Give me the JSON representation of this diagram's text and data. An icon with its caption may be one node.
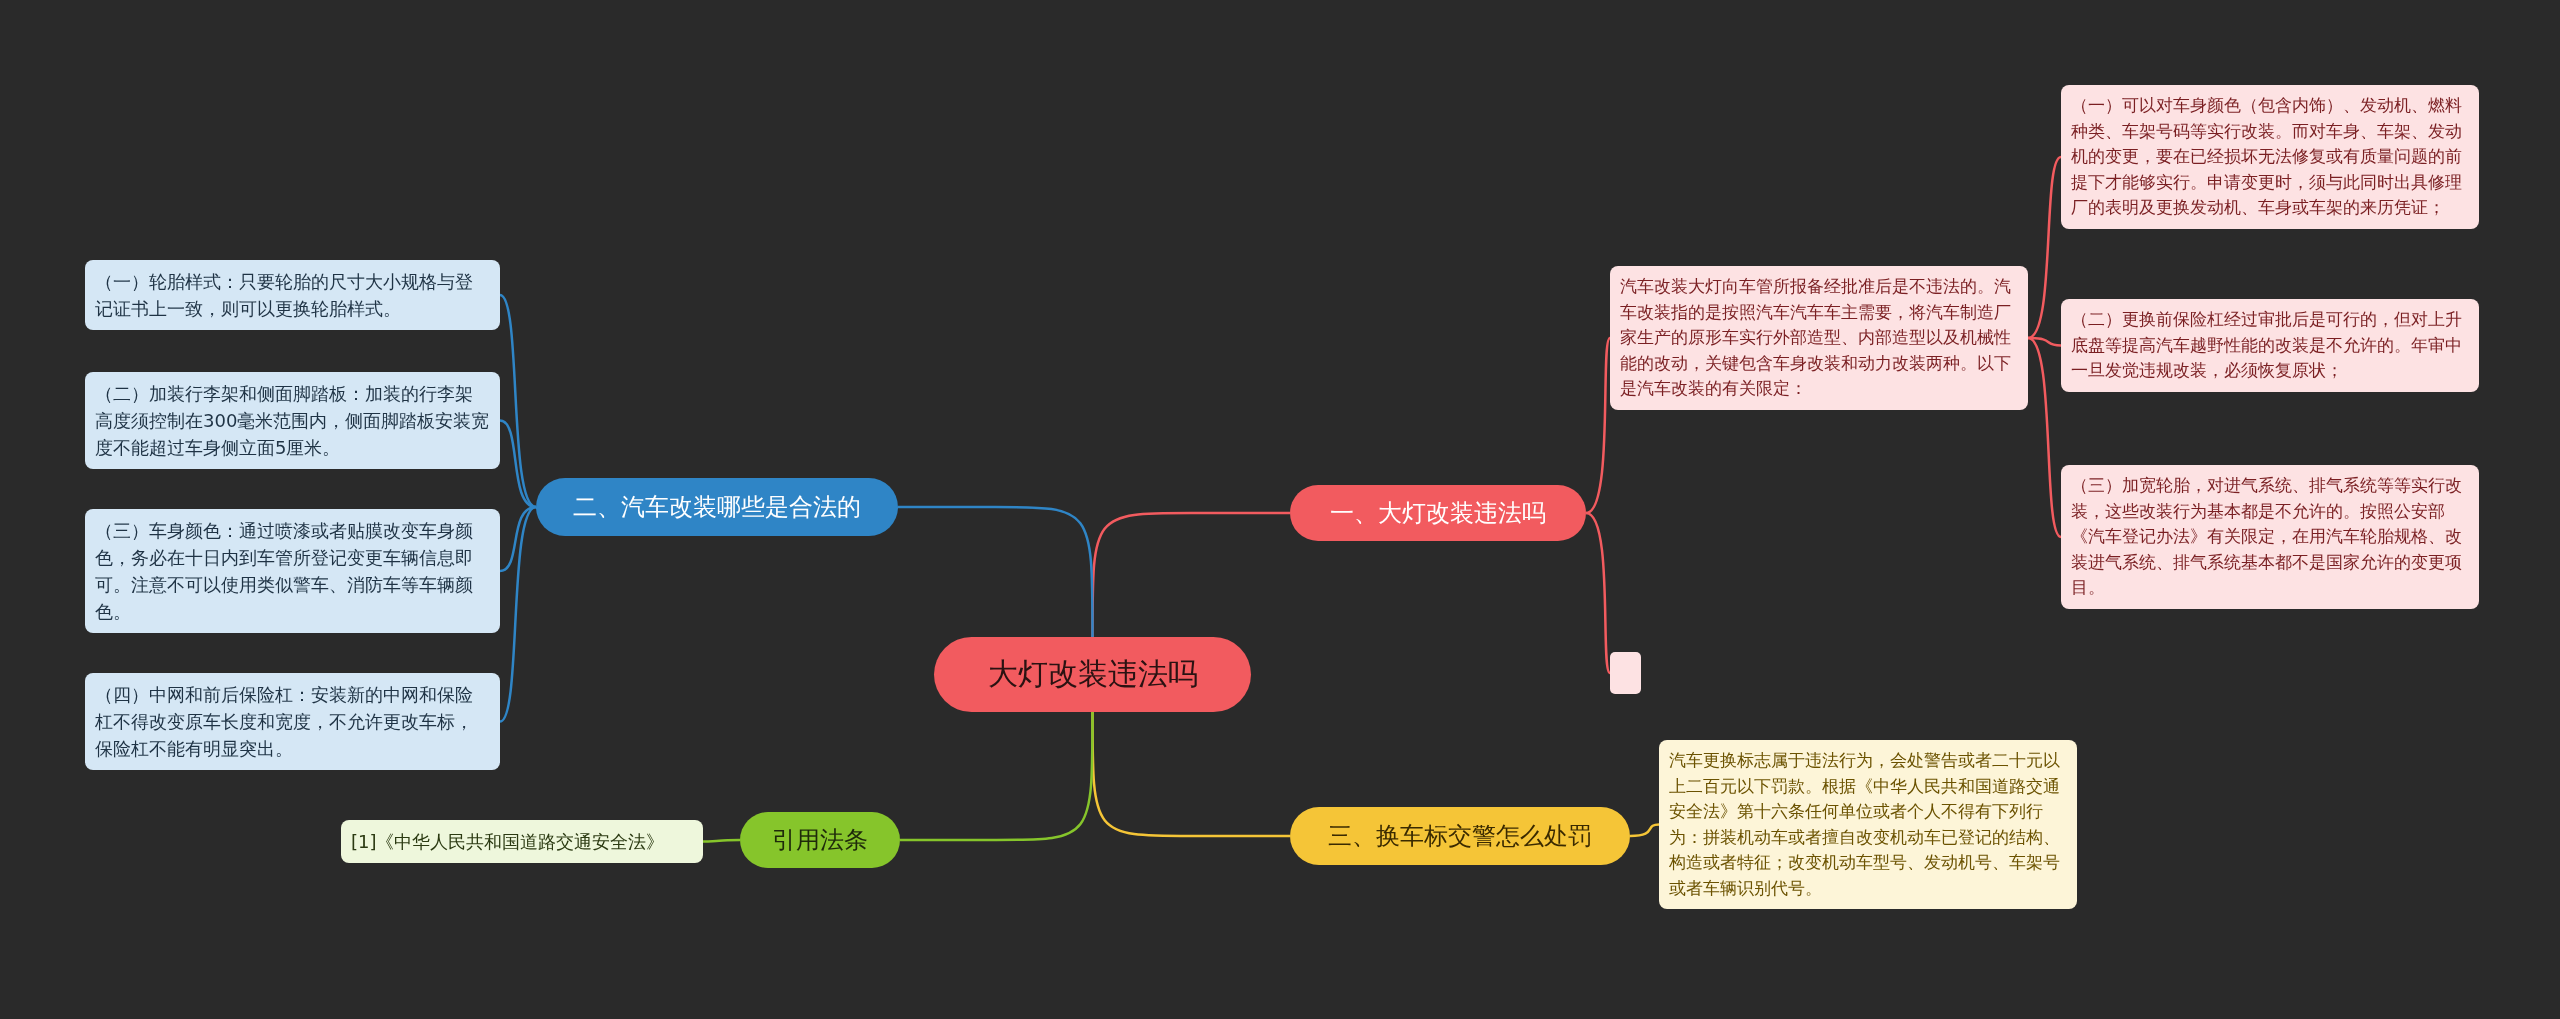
{
  "diagram": {
    "nodes": [
      {
        "text": [
          "大灯改装违法吗"
        ]
      },
      {
        "text": [
          "一、大灯改装违法吗"
        ]
      },
      {
        "text": [
          "汽车改装大灯向车管所报备经批准后是不违法的。汽车改装指的是按照汽车汽车车主需要，将汽车制造厂家生产的原形车实行外部造型、内部造型以及机械性能的改动，关键包含车身改装和动力改装两种。以下是汽车改装的有关限定："
        ]
      },
      {
        "text": [
          "（一）可以对车身颜色（包含内饰）、发动机、燃料种类、车架号码等实行改装。而对车身、车架、发动机的变更，要在已经损坏无法修复或有质量问题的前提下才能够实行。申请变更时，须与此同时出具修理厂的表明及更换发动机、车身或车架的来历凭证；"
        ]
      },
      {
        "text": [
          "（二）更换前保险杠经过审批后是可行的，但对上升底盘等提高汽车越野性能的改装是不允许的。年审中一旦发觉违规改装，必须恢复原状；"
        ]
      },
      {
        "text": [
          "（三）加宽轮胎，对进气系统、排气系统等等实行改装，这些改装行为基本都是不允许的。按照公安部《汽车登记办法》有关限定，在用汽车轮胎规格、改装进气系统、排气系统基本都不是国家允许的变更项目。"
        ]
      },
      {
        "text": [],
        "shape": "box"
      },
      {
        "text": [
          "三、换车标交警怎么处罚"
        ]
      },
      {
        "text": [
          "汽车更换标志属于违法行为，会处警告或者二十元以上二百元以下罚款。根据《中华人民共和国道路交通安全法》第十六条任何单位或者个人不得有下列行为：拼装机动车或者擅自改变机动车已登记的结构、构造或者特征；改变机动车型号、发动机号、车架号或者车辆识别代号。"
        ]
      },
      {
        "text": [
          "二、汽车改装哪些是合法的"
        ]
      },
      {
        "text": [
          "（一）轮胎样式：只要轮胎的尺寸大小规格与登记证书上一致，则可以更换轮胎样式。"
        ]
      },
      {
        "text": [
          "（二）加装行李架和侧面脚踏板：加装的行李架高度须控制在300毫米范围内，侧面脚踏板安装宽度不能超过车身侧立面5厘米。"
        ]
      },
      {
        "text": [
          "（三）车身颜色：通过喷漆或者贴膜改变车身颜色，务必在十日内到车管所登记变更车辆信息即可。注意不可以使用类似警车、消防车等车辆颜色。"
        ]
      },
      {
        "text": [
          "（四）中网和前后保险杠：安装新的中网和保险杠不得改变原车长度和宽度，不允许更改车标，保险杠不能有明显突出。"
        ]
      },
      {
        "text": [
          "引用法条"
        ]
      },
      {
        "text": [
          "[1]《中华人民共和国道路交通安全法》"
        ]
      }
    ],
    "edges": [
      {
        "from": 0,
        "to": 1,
        "arrow": "none",
        "color": "#f25b5f"
      },
      {
        "from": 1,
        "to": 2,
        "arrow": "none",
        "color": "#f25b5f"
      },
      {
        "from": 1,
        "to": 6,
        "arrow": "none",
        "color": "#f25b5f"
      },
      {
        "from": 2,
        "to": 3,
        "arrow": "none",
        "color": "#f25b5f"
      },
      {
        "from": 2,
        "to": 4,
        "arrow": "none",
        "color": "#f25b5f"
      },
      {
        "from": 2,
        "to": 5,
        "arrow": "none",
        "color": "#f25b5f"
      },
      {
        "from": 0,
        "to": 7,
        "arrow": "none",
        "color": "#f5c537"
      },
      {
        "from": 7,
        "to": 8,
        "arrow": "none",
        "color": "#f5c537"
      },
      {
        "from": 0,
        "to": 9,
        "arrow": "none",
        "color": "#2f85c6"
      },
      {
        "from": 9,
        "to": 10,
        "arrow": "none",
        "color": "#2f85c6"
      },
      {
        "from": 9,
        "to": 11,
        "arrow": "none",
        "color": "#2f85c6"
      },
      {
        "from": 9,
        "to": 12,
        "arrow": "none",
        "color": "#2f85c6"
      },
      {
        "from": 9,
        "to": 13,
        "arrow": "none",
        "color": "#2f85c6"
      },
      {
        "from": 0,
        "to": 14,
        "arrow": "none",
        "color": "#86c52b"
      },
      {
        "from": 14,
        "to": 15,
        "arrow": "none",
        "color": "#86c52b"
      }
    ]
  }
}
